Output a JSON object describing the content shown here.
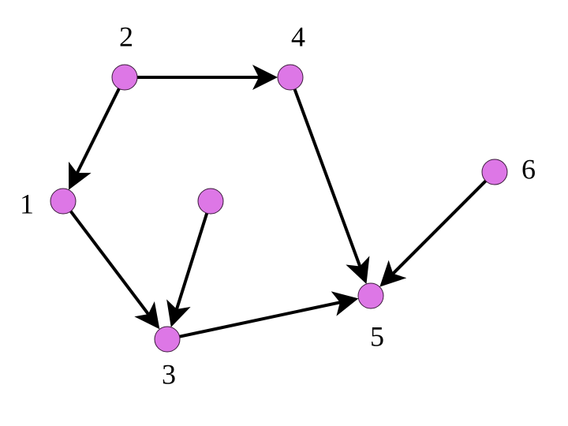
{
  "diagram": {
    "type": "directed-graph",
    "colors": {
      "node_fill": "#dd77e6",
      "node_stroke": "#3a1a3a",
      "edge": "#000000",
      "label": "#000000"
    },
    "nodes": [
      {
        "id": "n1",
        "label": "1"
      },
      {
        "id": "n2",
        "label": "2"
      },
      {
        "id": "n3",
        "label": "3"
      },
      {
        "id": "n4",
        "label": "4"
      },
      {
        "id": "n5",
        "label": "5"
      },
      {
        "id": "n6",
        "label": "6"
      },
      {
        "id": "n7",
        "label": ""
      }
    ],
    "edges": [
      {
        "from": "n2",
        "to": "n4"
      },
      {
        "from": "n2",
        "to": "n1"
      },
      {
        "from": "n1",
        "to": "n3"
      },
      {
        "from": "n7",
        "to": "n3"
      },
      {
        "from": "n3",
        "to": "n5"
      },
      {
        "from": "n4",
        "to": "n5"
      },
      {
        "from": "n6",
        "to": "n5"
      }
    ]
  }
}
